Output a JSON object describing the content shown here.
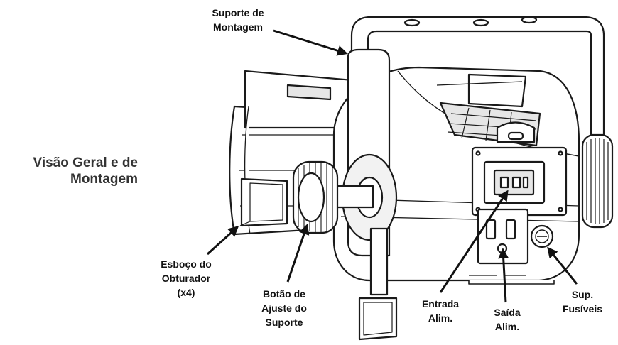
{
  "title_lines": [
    "Visão Geral e de",
    "Montagem"
  ],
  "labels": {
    "mounting_bracket": [
      "Suporte de",
      "Montagem"
    ],
    "shutter_blades": [
      "Esboço do",
      "Obturador",
      "(x4)"
    ],
    "bracket_knob": [
      "Botão de",
      "Ajuste do",
      "Suporte"
    ],
    "power_in": [
      "Entrada",
      "Alim."
    ],
    "power_out": [
      "Saída",
      "Alim."
    ],
    "fuse_holder": [
      "Sup.",
      "Fusíveis"
    ]
  },
  "colors": {
    "line": "#1a1a1a",
    "fill": "#ffffff",
    "shade": "#e6e6e6",
    "text": "#111111",
    "title": "#333333"
  }
}
